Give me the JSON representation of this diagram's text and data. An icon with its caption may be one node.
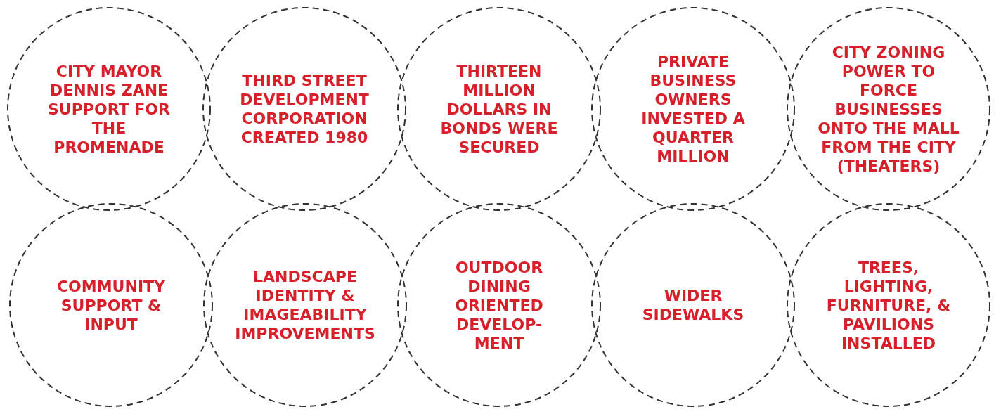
{
  "diagram": {
    "nodes": [
      {
        "text": [
          "CITY MAYOR DENNIS ZANE SUPPORT FOR THE PROMENADE"
        ]
      },
      {
        "text": [
          "THIRD STREET DEVELOPMENT CORPORATION CREATED 1980"
        ]
      },
      {
        "text": [
          "THIRTEEN MILLION DOLLARS IN BONDS WERE SECURED"
        ]
      },
      {
        "text": [
          "PRIVATE BUSINESS OWNERS INVESTED A QUARTER MILLION"
        ]
      },
      {
        "text": [
          "CITY ZONING POWER TO FORCE BUSINESSES ONTO THE MALL FROM THE CITY (THEATERS)"
        ]
      },
      {
        "text": [
          "COMMUNITY SUPPORT & INPUT"
        ]
      },
      {
        "text": [
          "LANDSCAPE IDENTITY & IMAGEABILITY IMPROVEMENTS"
        ]
      },
      {
        "text": [
          "OUTDOOR DINING ORIENTED DEVELOP- MENT"
        ]
      },
      {
        "text": [
          "WIDER SIDEWALKS"
        ]
      },
      {
        "text": [
          "TREES, LIGHTING, FURNITURE, & PAVILIONS INSTALLED"
        ]
      }
    ],
    "edges": []
  }
}
